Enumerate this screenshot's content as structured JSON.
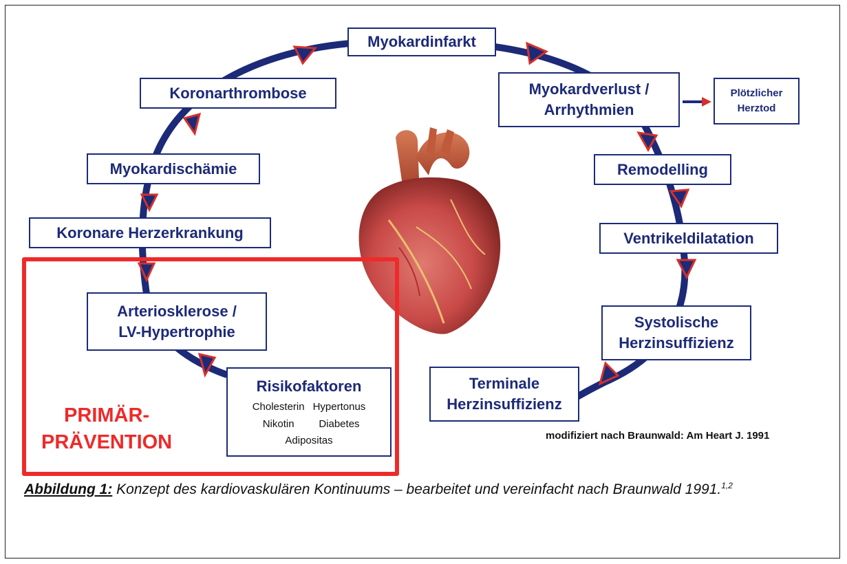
{
  "colors": {
    "box_border": "#1c2a78",
    "box_text": "#1c2a78",
    "arrow_fill": "#1c2a78",
    "arrow_head": "#d4312a",
    "prevention_red": "#ee2a2a",
    "heart_red": "#c94a48"
  },
  "boxes": {
    "myokardinfarkt": "Myokardinfarkt",
    "koronarthrombose": "Koronarthrombose",
    "myokardischaemie": "Myokardischämie",
    "koronare_herzerkrankung": "Koronare Herzerkrankung",
    "arteriosklerose_line1": "Arteriosklerose /",
    "arteriosklerose_line2": "LV-Hypertrophie",
    "myokardverlust_line1": "Myokardverlust /",
    "myokardverlust_line2": "Arrhythmien",
    "ploetzlicher_line1": "Plötzlicher",
    "ploetzlicher_line2": "Herztod",
    "remodelling": "Remodelling",
    "ventrikeldilatation": "Ventrikeldilatation",
    "systolische_line1": "Systolische",
    "systolische_line2": "Herzinsuffizienz",
    "terminale_line1": "Terminale",
    "terminale_line2": "Herzinsuffizienz"
  },
  "risikofaktoren": {
    "title": "Risikofaktoren",
    "items": [
      "Cholesterin",
      "Hypertonus",
      "Nikotin",
      "Diabetes"
    ],
    "last": "Adipositas"
  },
  "prevention": {
    "line1": "PRIMÄR-",
    "line2": "PRÄVENTION"
  },
  "citation": "modifiziert nach Braunwald: Am Heart J. 1991",
  "caption": {
    "label": "Abbildung 1:",
    "text": " Konzept des kardiovaskulären Kontinuums – bearbeitet und vereinfacht nach Braunwald 1991.",
    "refs": "1,2"
  },
  "heart": {
    "icon": "heart-illustration-icon"
  }
}
